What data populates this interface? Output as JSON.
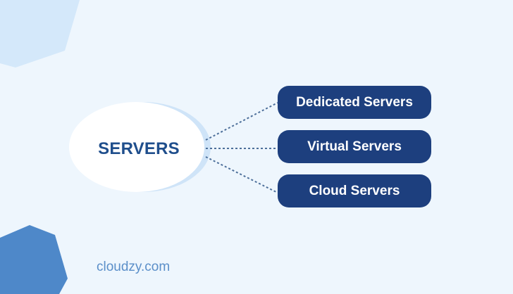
{
  "hub": {
    "label": "SERVERS"
  },
  "nodes": [
    {
      "label": "Dedicated Servers"
    },
    {
      "label": "Virtual Servers"
    },
    {
      "label": "Cloud Servers"
    }
  ],
  "footer": {
    "link": "cloudzy.com"
  },
  "colors": {
    "background": "#eef6fd",
    "node_fill": "#1d3f7e",
    "hub_text": "#1f4e8c",
    "connector": "#4d6f9a",
    "hub_shadow": "#cfe4f8",
    "footer_text": "#5b8fc9",
    "accent_blob_light": "#d4e8fa",
    "accent_blob_dark": "#4e88c9"
  }
}
